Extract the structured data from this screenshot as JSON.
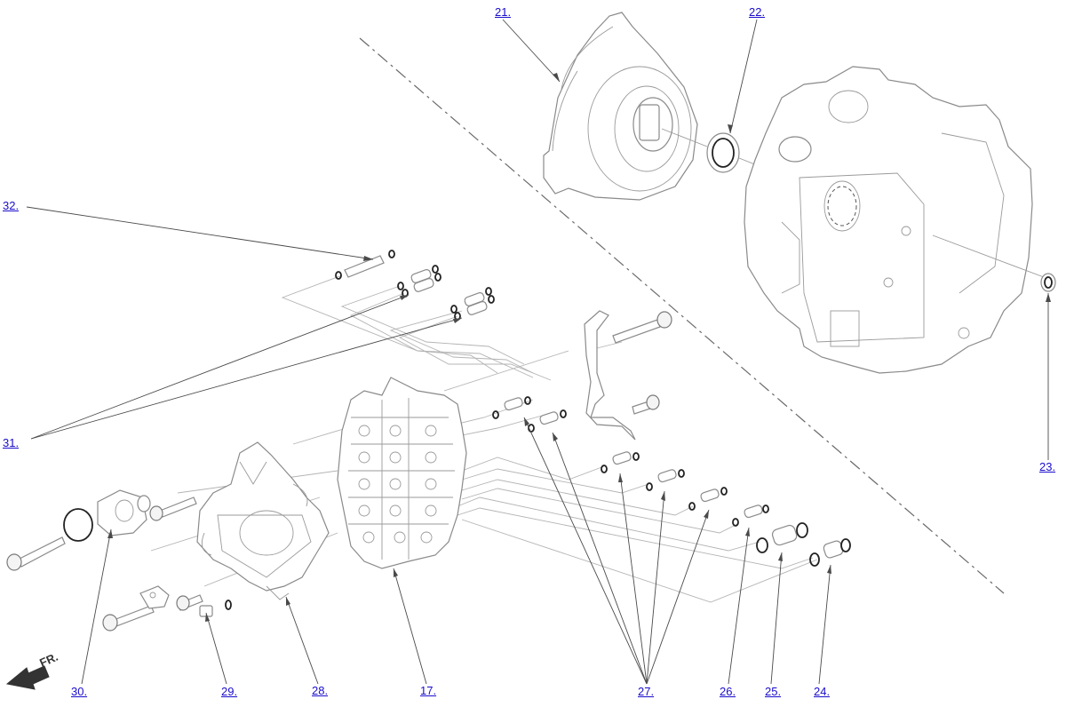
{
  "callouts": [
    {
      "id": "21",
      "label": "21."
    },
    {
      "id": "22",
      "label": "22."
    },
    {
      "id": "23",
      "label": "23."
    },
    {
      "id": "32",
      "label": "32."
    },
    {
      "id": "31",
      "label": "31."
    },
    {
      "id": "30",
      "label": "30."
    },
    {
      "id": "29",
      "label": "29."
    },
    {
      "id": "28",
      "label": "28."
    },
    {
      "id": "17",
      "label": "17."
    },
    {
      "id": "27",
      "label": "27."
    },
    {
      "id": "26",
      "label": "26."
    },
    {
      "id": "25",
      "label": "25."
    },
    {
      "id": "24",
      "label": "24."
    }
  ],
  "direction_label": "FR.",
  "colors": {
    "link": "#1a0dcc",
    "line": "#8a8a8a",
    "leader": "#4a4a4a"
  }
}
